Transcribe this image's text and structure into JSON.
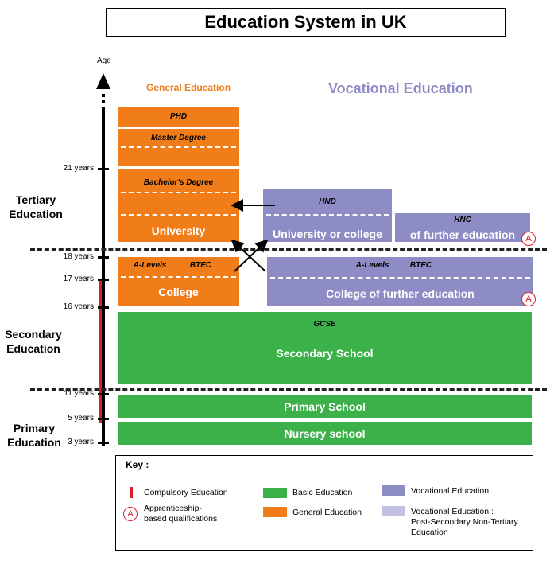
{
  "title": "Education System in UK",
  "axis_label": "Age",
  "ages": {
    "a21": "21 years",
    "a18": "18 years",
    "a17": "17 years",
    "a16": "16 years",
    "a11": "11 years",
    "a5": "5 years",
    "a3": "3 years"
  },
  "levels": {
    "tertiary": "Tertiary\nEducation",
    "secondary": "Secondary\nEducation",
    "primary": "Primary\nEducation"
  },
  "headers": {
    "general": "General Education",
    "vocational": "Vocational Education"
  },
  "general": {
    "phd": "PHD",
    "master": "Master Degree",
    "bachelor": "Bachelor's Degree",
    "university": "University",
    "alevels": "A-Levels",
    "btec": "BTEC",
    "college": "College"
  },
  "vocational": {
    "hnd": "HND",
    "uni_college": "University or college",
    "hnc": "HNC",
    "further_ed": "of further education",
    "alevels": "A-Levels",
    "btec": "BTEC",
    "college_further": "College of further education"
  },
  "basic": {
    "gcse": "GCSE",
    "secondary_school": "Secondary School",
    "primary_school": "Primary School",
    "nursery_school": "Nursery school"
  },
  "apprenticeship_marker": "A",
  "key": {
    "title": "Key :",
    "compulsory": "Compulsory Education",
    "apprenticeship": "Apprenticeship-\nbased qualifications",
    "basic": "Basic Education",
    "general": "General Education",
    "vocational": "Vocational Education",
    "post_secondary": "Vocational Education :\nPost-Secondary Non-Tertiary\nEducation"
  },
  "colors": {
    "general": "#f07d1a",
    "vocational": "#8e8cc4",
    "basic": "#3cb14a",
    "post_secondary": "#c2c1e3",
    "compulsory": "#d8202a"
  }
}
